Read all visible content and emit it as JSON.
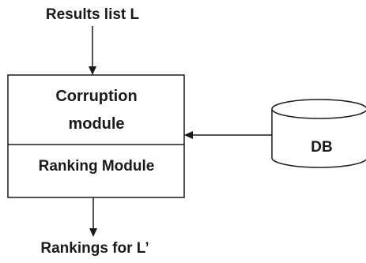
{
  "diagram": {
    "input_label": "Results list L",
    "output_label": "Rankings for L’",
    "modules": {
      "corruption_line1": "Corruption",
      "corruption_line2": "module",
      "ranking": "Ranking Module"
    },
    "database": {
      "label": "DB"
    }
  }
}
